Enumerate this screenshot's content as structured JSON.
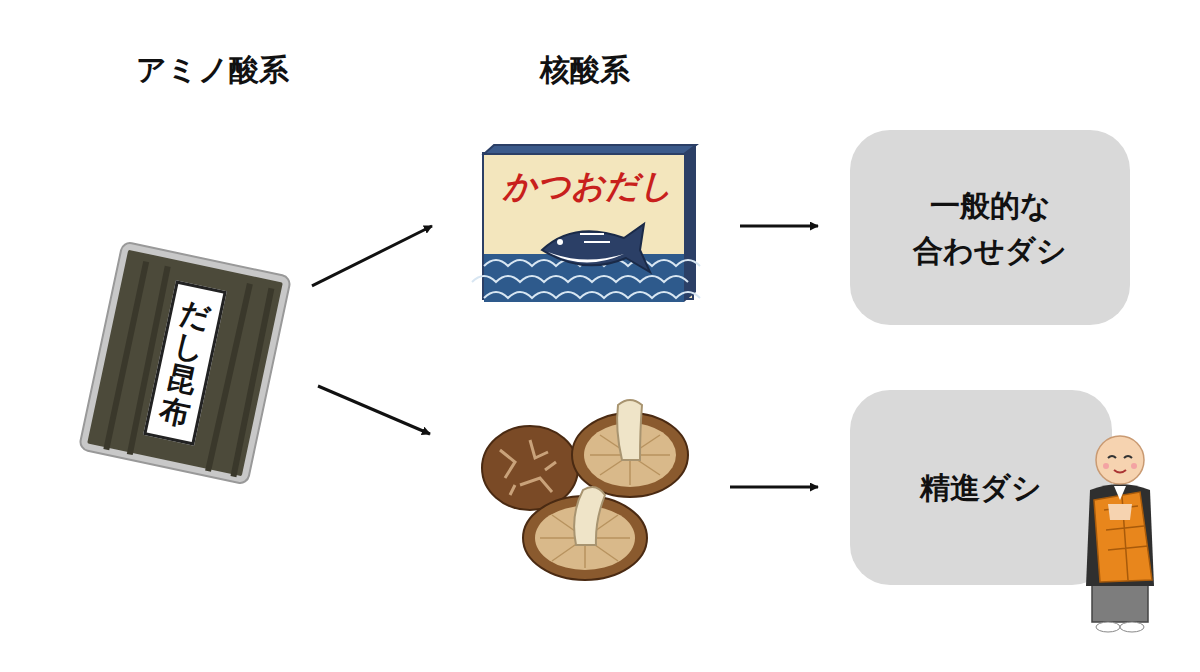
{
  "diagram": {
    "nodes": [
      {
        "text": [
          "だし昆布"
        ]
      },
      {
        "text": [
          "かつおだし"
        ]
      },
      {
        "text": [
          "一般的な 合わせダシ"
        ]
      },
      {
        "text": [
          "精進ダシ"
        ]
      }
    ],
    "edges": [
      {
        "from": 0,
        "to": 1,
        "arrow": "to"
      },
      {
        "from": 1,
        "to": 2,
        "arrow": "to"
      }
    ],
    "labels": [
      "アミノ酸系",
      "核酸系"
    ]
  }
}
